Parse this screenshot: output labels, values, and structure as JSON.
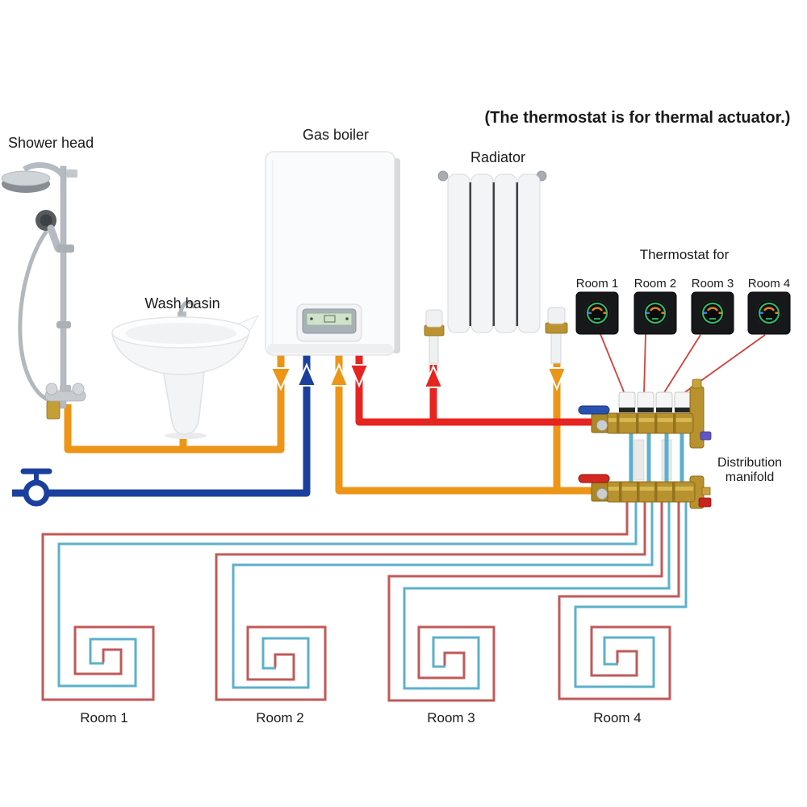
{
  "note": {
    "text": "(The thermostat is for thermal actuator.)"
  },
  "equipment": {
    "shower_label": "Shower head",
    "boiler_label": "Gas boiler",
    "basin_label": "Wash basin",
    "radiator_label": "Radiator"
  },
  "thermostats": {
    "group_label": "Thermostat for",
    "rooms": [
      "Room 1",
      "Room 2",
      "Room 3",
      "Room 4"
    ]
  },
  "manifold": {
    "line1": "Distribution",
    "line2": "manifold"
  },
  "floor_loops": {
    "rooms": [
      "Room 1",
      "Room 2",
      "Room 3",
      "Room 4"
    ]
  },
  "colors": {
    "hot_supply_orange": "#ec9517",
    "cold_main_blue": "#1a3f9e",
    "heating_flow_red": "#e62420",
    "loop_red": "#c05a58",
    "loop_cyan": "#5cb0cc",
    "brass": "#b8922e",
    "note_red": "#e01313",
    "leader_red": "#d2403a"
  }
}
